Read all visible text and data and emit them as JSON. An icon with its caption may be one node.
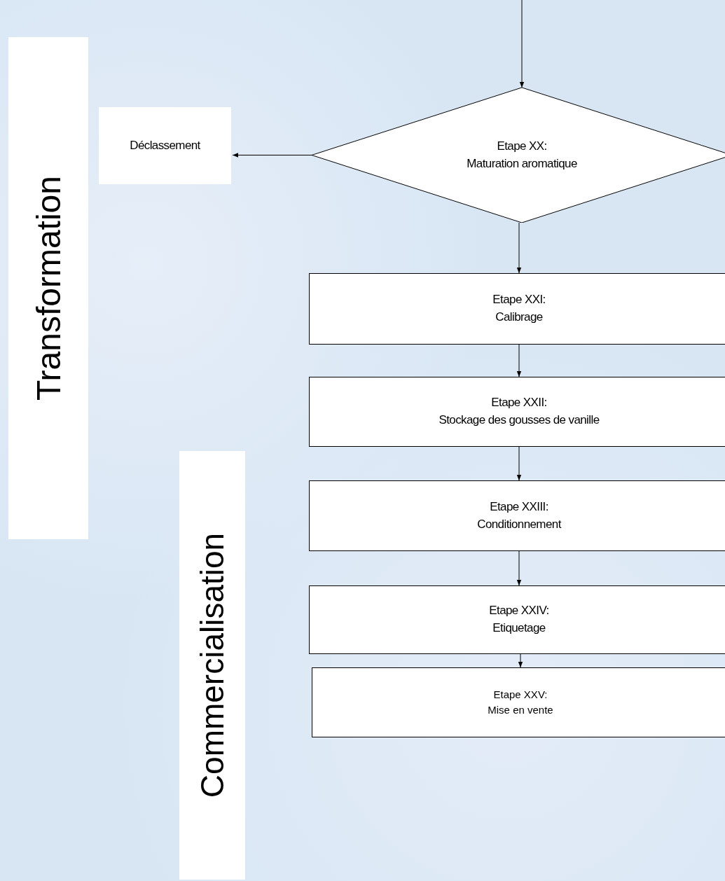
{
  "diagram": {
    "nodes": [
      {
        "text": [
          "Transformation"
        ]
      },
      {
        "text": [
          "Commercialisation"
        ]
      },
      {
        "text": [
          "Déclassement"
        ]
      },
      {
        "text": [
          "Etape XX:",
          "Maturation aromatique"
        ]
      },
      {
        "text": [
          "Etape XXI:",
          "Calibrage"
        ]
      },
      {
        "text": [
          "Etape XXII:",
          "Stockage des gousses de vanille"
        ]
      },
      {
        "text": [
          "Etape XXIII:",
          "Conditionnement"
        ]
      },
      {
        "text": [
          "Etape XXIV:",
          "Etiquetage"
        ]
      },
      {
        "text": [
          "Etape XXV:",
          "Mise en vente"
        ]
      }
    ],
    "edges": [
      {
        "from": null,
        "to": 3,
        "arrow": "to"
      },
      {
        "from": 3,
        "to": 2,
        "arrow": "to"
      },
      {
        "from": 3,
        "to": 4,
        "arrow": "to"
      },
      {
        "from": 4,
        "to": 5,
        "arrow": "to"
      },
      {
        "from": 5,
        "to": 6,
        "arrow": "to"
      },
      {
        "from": 6,
        "to": 7,
        "arrow": "to"
      },
      {
        "from": 7,
        "to": 8,
        "arrow": "to"
      }
    ]
  }
}
